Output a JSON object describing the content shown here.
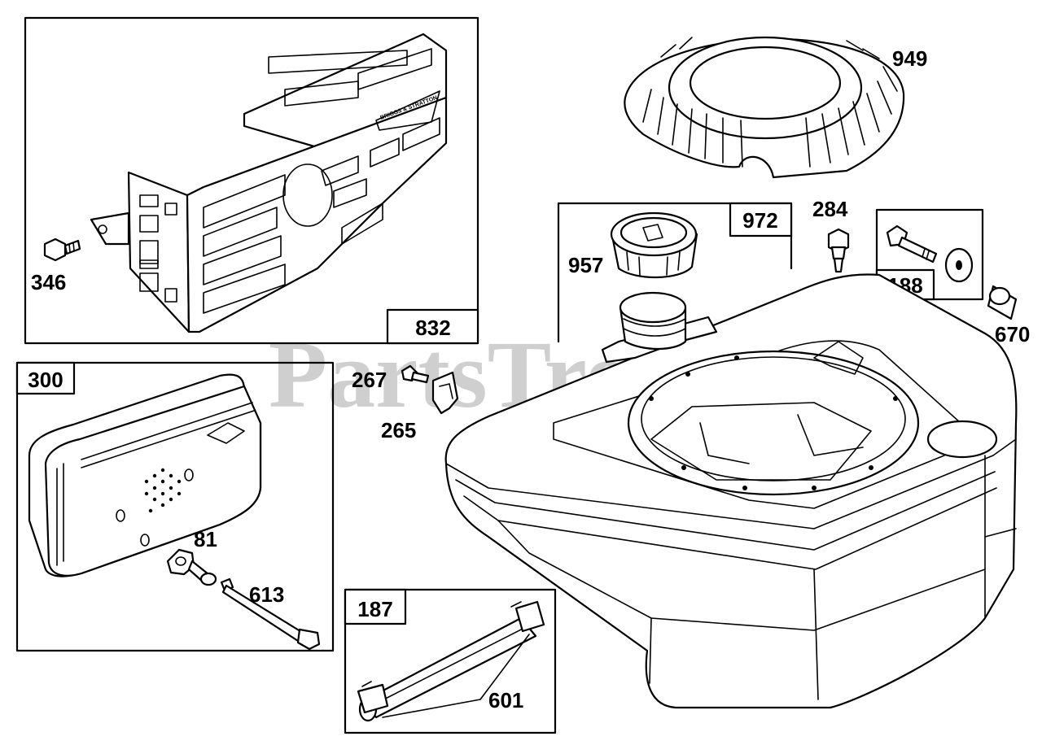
{
  "watermark": {
    "text": "PartsTree",
    "tm": "™"
  },
  "logo_text": "BRIGGS & STRATTON",
  "boxes": {
    "b832": "832",
    "b300": "300",
    "b187": "187",
    "b972": "972",
    "b188": "188"
  },
  "callouts": {
    "c949": "949",
    "c284": "284",
    "c957": "957",
    "c346": "346",
    "c670": "670",
    "c267": "267",
    "c265": "265",
    "c81": "81",
    "c613": "613",
    "c601": "601"
  }
}
